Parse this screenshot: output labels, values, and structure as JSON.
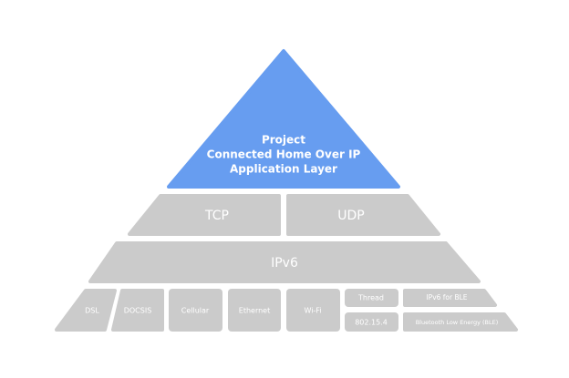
{
  "colors": {
    "app_layer": "#679df0",
    "layers": "#cbcbcb",
    "text": "#ffffff"
  },
  "application": {
    "line1": "Project",
    "line2": "Connected Home Over IP",
    "line3": "Application Layer"
  },
  "transport": {
    "tcp": "TCP",
    "udp": "UDP"
  },
  "network": {
    "ipv6": "IPv6"
  },
  "link": {
    "dsl": "DSL",
    "docsis": "DOCSIS",
    "cellular": "Cellular",
    "ethernet": "Ethernet",
    "wifi": "Wi-Fi",
    "thread": "Thread",
    "ieee": "802.15.4",
    "ipv6_ble": "IPv6 for BLE",
    "ble": "Bluetooth Low Energy (BLE)"
  }
}
